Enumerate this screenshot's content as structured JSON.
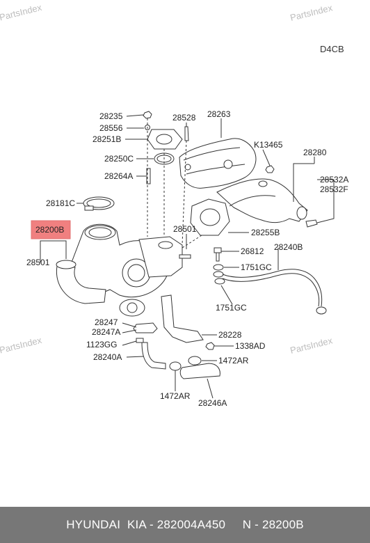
{
  "watermark": "PartsIndex",
  "engine_code": "D4CB",
  "highlight_color": "#f08080",
  "labels": {
    "p28235": "28235",
    "p28556": "28556",
    "p28251B": "28251B",
    "p28528": "28528",
    "p28263": "28263",
    "p28250C": "28250C",
    "pK13465": "K13465",
    "p28280": "28280",
    "p28264A": "28264A",
    "p28532A": "28532A",
    "p28532F": "28532F",
    "p28181C": "28181C",
    "p28200B": "28200B",
    "p28501a": "28501",
    "p28501b": "28501",
    "p28255B": "28255B",
    "p26812": "26812",
    "p28240B": "28240B",
    "p1751GCa": "1751GC",
    "p1751GCb": "1751GC",
    "p28247": "28247",
    "p28247A": "28247A",
    "p28228": "28228",
    "p1123GG": "1123GG",
    "p1338AD": "1338AD",
    "p28240A": "28240A",
    "p1472ARa": "1472AR",
    "p1472ARb": "1472AR",
    "p28246A": "28246A"
  },
  "footer": {
    "text": "HYUNDAI  KIA - 282004A450     N - 28200B"
  }
}
